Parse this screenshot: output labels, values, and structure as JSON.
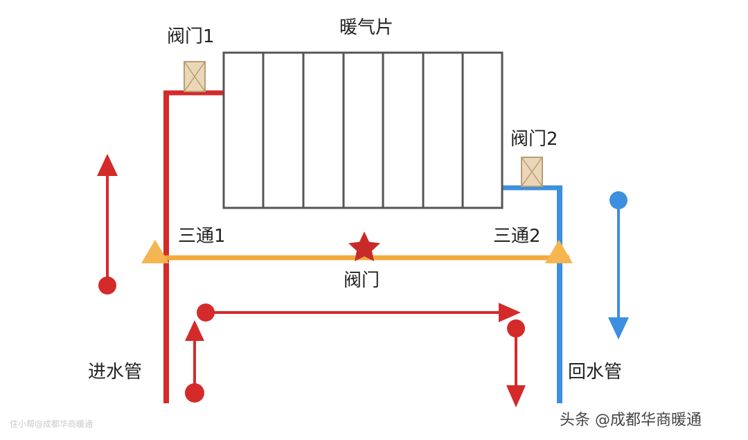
{
  "labels": {
    "radiator": "暖气片",
    "valve1": "阀门1",
    "valve2": "阀门2",
    "tee1": "三通1",
    "tee2": "三通2",
    "bypass_valve": "阀门",
    "inlet_pipe": "进水管",
    "return_pipe": "回水管"
  },
  "watermarks": {
    "bottom_left": "住小帮@成都华商暖通",
    "bottom_right": "头条 @成都华商暖通"
  },
  "colors": {
    "supply": "#d42a2a",
    "return": "#3d8fe0",
    "bypass": "#f2a93b",
    "radiator_outline": "#555555",
    "valve_fill": "#ead7b7",
    "valve_stroke": "#b99c72",
    "tee_marker": "#f5b551"
  },
  "icons": {
    "valve": "valve-box-icon",
    "tee": "tee-triangle-icon",
    "bypass_valve": "star-icon"
  }
}
